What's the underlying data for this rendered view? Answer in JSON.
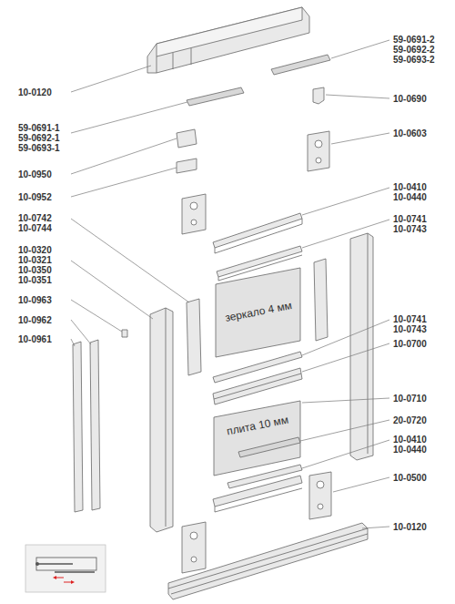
{
  "diagram": {
    "nodes": [
      {
        "text": [
          "зеркало 4 мм"
        ]
      },
      {
        "text": [
          "плита 10 мм"
        ]
      }
    ],
    "labels": [
      "59-0691-2",
      "59-0692-2",
      "59-0693-2",
      "10-0120",
      "10-0690",
      "59-0691-1",
      "59-0692-1",
      "59-0693-1",
      "10-0603",
      "10-0950",
      "10-0410",
      "10-0440",
      "10-0952",
      "10-0742",
      "10-0744",
      "10-0741",
      "10-0743",
      "10-0320",
      "10-0321",
      "10-0350",
      "10-0351",
      "10-0963",
      "10-0741",
      "10-0743",
      "10-0962",
      "10-0961",
      "10-0700",
      "10-0710",
      "20-0720",
      "10-0410",
      "10-0440",
      "10-0500",
      "10-0120"
    ]
  }
}
